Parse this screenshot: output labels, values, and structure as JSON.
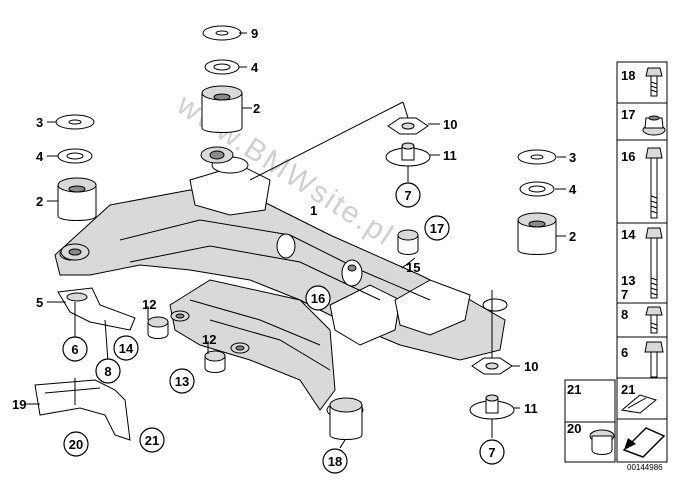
{
  "watermark": "www.BMWsite.pl",
  "doc_number": "00144986",
  "callouts": {
    "c1": "1",
    "c2a": "2",
    "c2b": "2",
    "c2c": "2",
    "c3a": "3",
    "c3b": "3",
    "c4a": "4",
    "c4b": "4",
    "c4c": "4",
    "c5": "5",
    "c6": "6",
    "c7a": "7",
    "c7b": "7",
    "c8": "8",
    "c9": "9",
    "c10a": "10",
    "c10b": "10",
    "c11a": "11",
    "c11b": "11",
    "c12a": "12",
    "c12b": "12",
    "c13": "13",
    "c14": "14",
    "c15": "15",
    "c16": "16",
    "c17": "17",
    "c18": "18",
    "c19": "19",
    "c20": "20",
    "c21": "21"
  },
  "sidebar": [
    {
      "label": "18",
      "icon": "bolt-icon"
    },
    {
      "label": "17",
      "icon": "flange-nut-icon"
    },
    {
      "label": "16",
      "icon": "long-bolt-icon"
    },
    {
      "label": "14",
      "icon": "long-bolt-icon"
    },
    {
      "label": "13",
      "icon": ""
    },
    {
      "label": "7",
      "icon": ""
    },
    {
      "label": "8",
      "icon": "bolt-icon"
    },
    {
      "label": "6",
      "icon": "long-bolt-icon"
    },
    {
      "label": "21",
      "icon": "clip-icon"
    },
    {
      "label": "20",
      "icon": "cap-icon"
    }
  ]
}
